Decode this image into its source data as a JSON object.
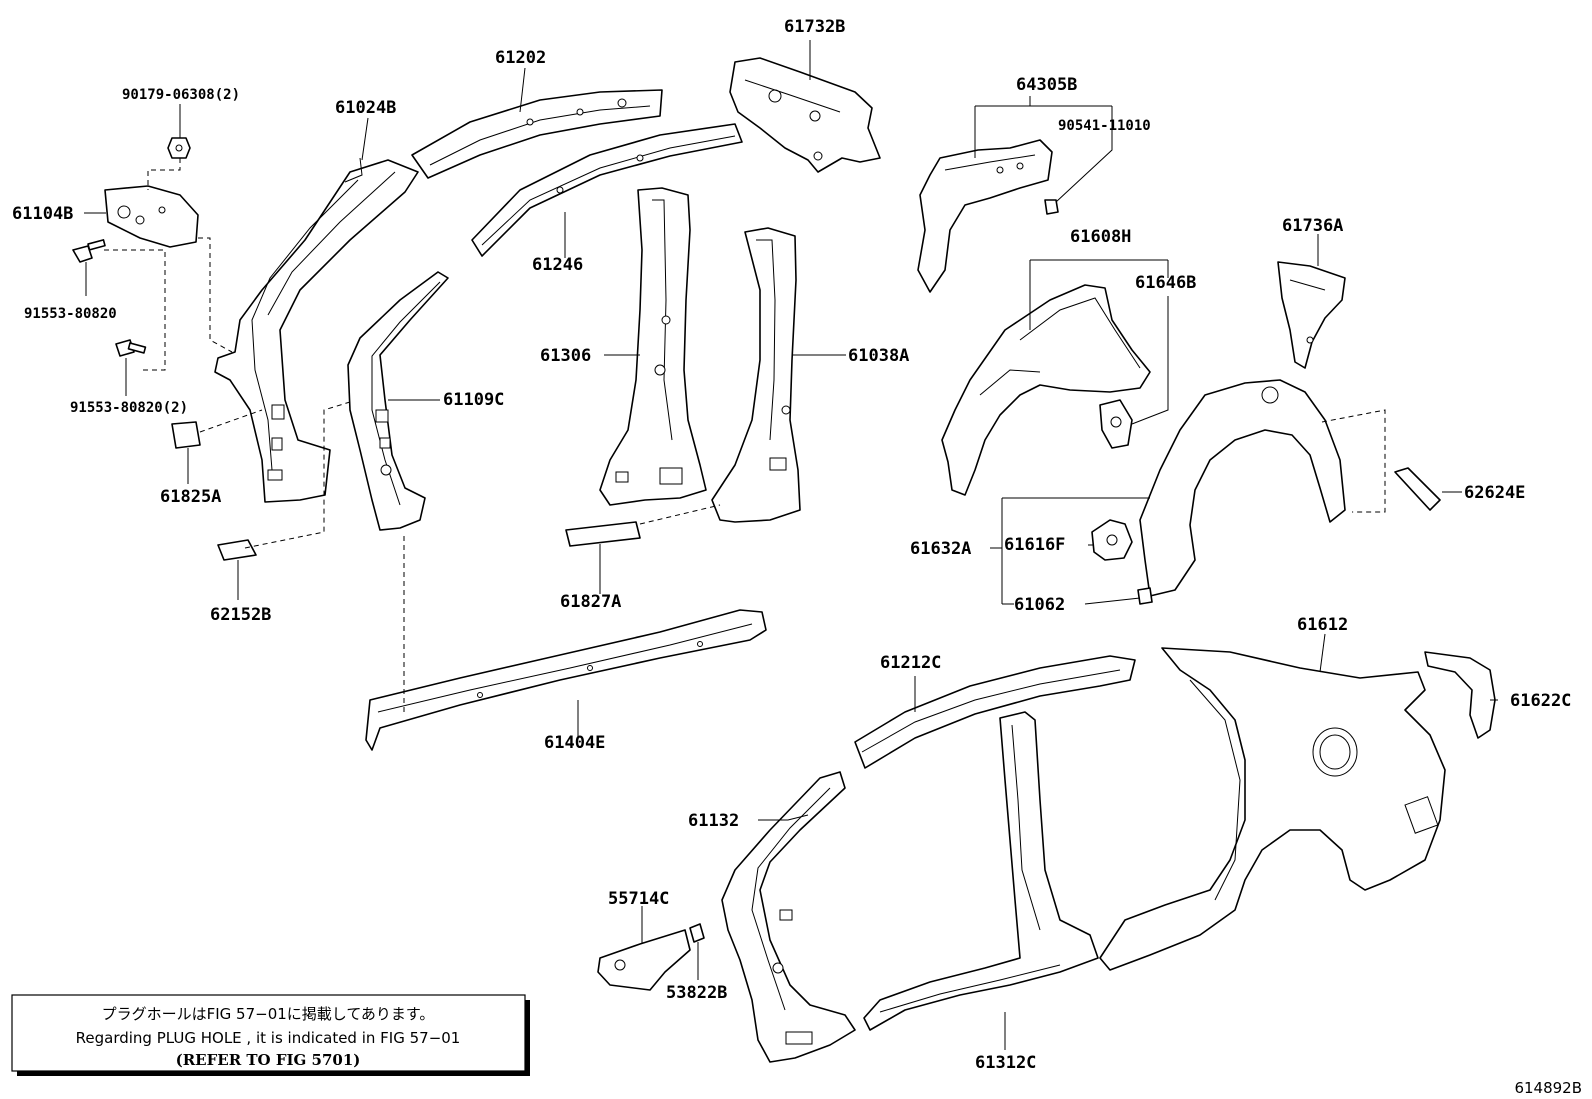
{
  "parts": {
    "p61732B": "61732B",
    "p61202": "61202",
    "p90179": "90179-06308(2)",
    "p61024B": "61024B",
    "p64305B": "64305B",
    "p90541": "90541-11010",
    "p61104B": "61104B",
    "p61246": "61246",
    "p61736A": "61736A",
    "p61608H": "61608H",
    "p61646B": "61646B",
    "p91553a": "91553-80820",
    "p61306": "61306",
    "p61038A": "61038A",
    "p61109C": "61109C",
    "p91553b": "91553-80820(2)",
    "p61825A": "61825A",
    "p62624E": "62624E",
    "p61632A": "61632A",
    "p61616F": "61616F",
    "p61827A": "61827A",
    "p61062": "61062",
    "p62152B": "62152B",
    "p61612": "61612",
    "p61212C": "61212C",
    "p61622C": "61622C",
    "p61404E": "61404E",
    "p61132": "61132",
    "p55714C": "55714C",
    "p53822B": "53822B",
    "p61312C": "61312C"
  },
  "note": {
    "line_jp": "プラグホールはFIG 57−01に掲載してあります。",
    "line_en": "Regarding  PLUG  HOLE , it is indicated in  FIG  57−01",
    "line_ref": "(REFER TO FIG 5701)"
  },
  "figure_id": "614892B"
}
